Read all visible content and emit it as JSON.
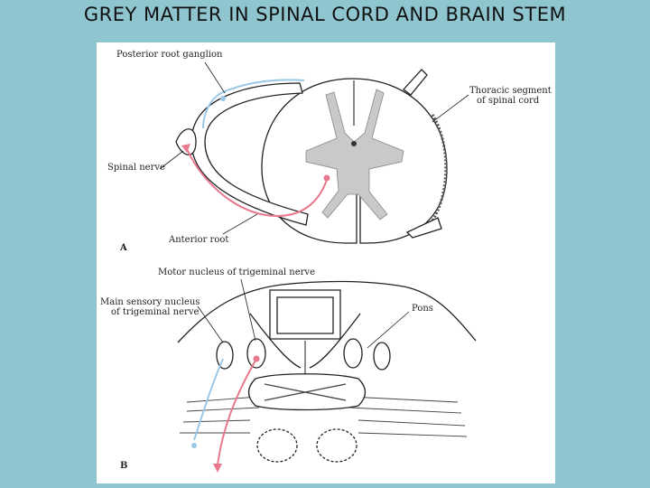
{
  "slide": {
    "title": "GREY MATTER IN SPINAL CORD AND BRAIN STEM"
  },
  "panel_a": {
    "letter": "A",
    "labels": {
      "posterior_root_ganglion": "Posterior root ganglion",
      "thoracic_segment_line1": "Thoracic segment",
      "thoracic_segment_line2": "of spinal cord",
      "spinal_nerve": "Spinal nerve",
      "anterior_root": "Anterior root"
    }
  },
  "panel_b": {
    "letter": "B",
    "labels": {
      "motor_nucleus": "Motor nucleus of trigeminal nerve",
      "main_sensory_line1": "Main sensory nucleus",
      "main_sensory_line2": "of trigeminal nerve",
      "pons": "Pons"
    }
  },
  "colors": {
    "background": "#8ec5cf",
    "figure": "#ffffff",
    "sensory_path": "#9ac8e6",
    "motor_path": "#e8788c",
    "outline": "#222222",
    "grey_matter": "#c9c9c9"
  }
}
